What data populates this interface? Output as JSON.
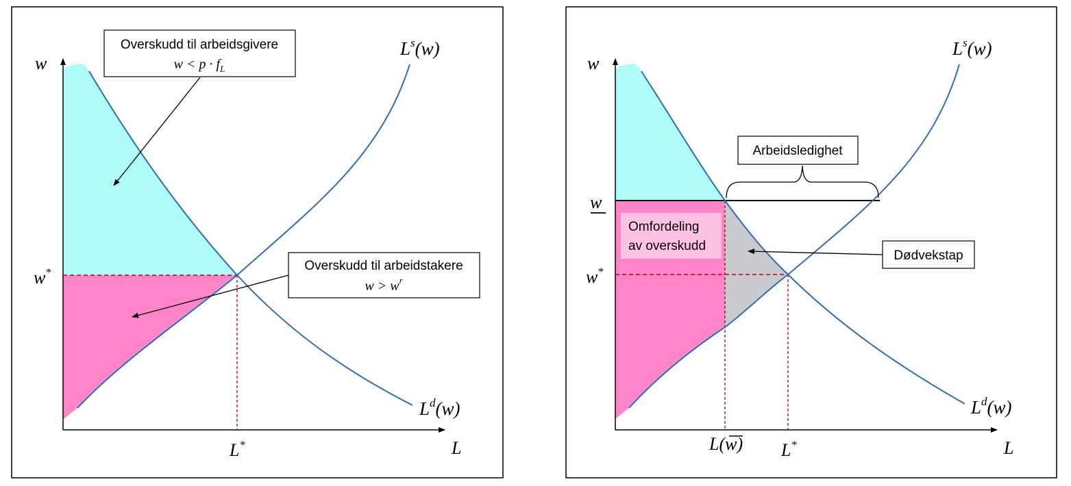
{
  "left_panel": {
    "axis_y_label": "w",
    "axis_x_label": "L",
    "wstar_label": "w",
    "wstar_sup": "*",
    "lstar_label": "L",
    "lstar_sup": "*",
    "supply_label_base": "L",
    "supply_label_sup": "s",
    "supply_label_arg": "(w)",
    "demand_label_base": "L",
    "demand_label_sup": "d",
    "demand_label_arg": "(w)",
    "employer_box_line1": "Overskudd til arbeidsgivere",
    "employer_box_line2_a": "w < p · f",
    "employer_box_line2_sub": "L",
    "worker_box_line1": "Overskudd til arbeidstakere",
    "worker_box_line2_a": "w > w",
    "worker_box_line2_sup": "r"
  },
  "right_panel": {
    "axis_y_label": "w",
    "axis_x_label": "L",
    "wbar_label": "w",
    "wstar_label": "w",
    "wstar_sup": "*",
    "lstar_label": "L",
    "lstar_sup": "*",
    "lwbar_label_a": "L(",
    "lwbar_label_w": "w",
    "lwbar_label_b": ")",
    "supply_label_base": "L",
    "supply_label_sup": "s",
    "supply_label_arg": "(w)",
    "demand_label_base": "L",
    "demand_label_sup": "d",
    "demand_label_arg": "(w)",
    "unemployment_box": "Arbeidsledighet",
    "redistribution_line1": "Omfordeling",
    "redistribution_line2": "av overskudd",
    "deadweight_box": "Dødvekstap"
  },
  "colors": {
    "employer_surplus": "#aefcfa",
    "worker_surplus": "#ff85c8",
    "redistribution_label_bg": "#ffc2e3",
    "deadweight": "#c9cad0",
    "curve": "#2f6db3",
    "dashed_line": "#c00000"
  }
}
